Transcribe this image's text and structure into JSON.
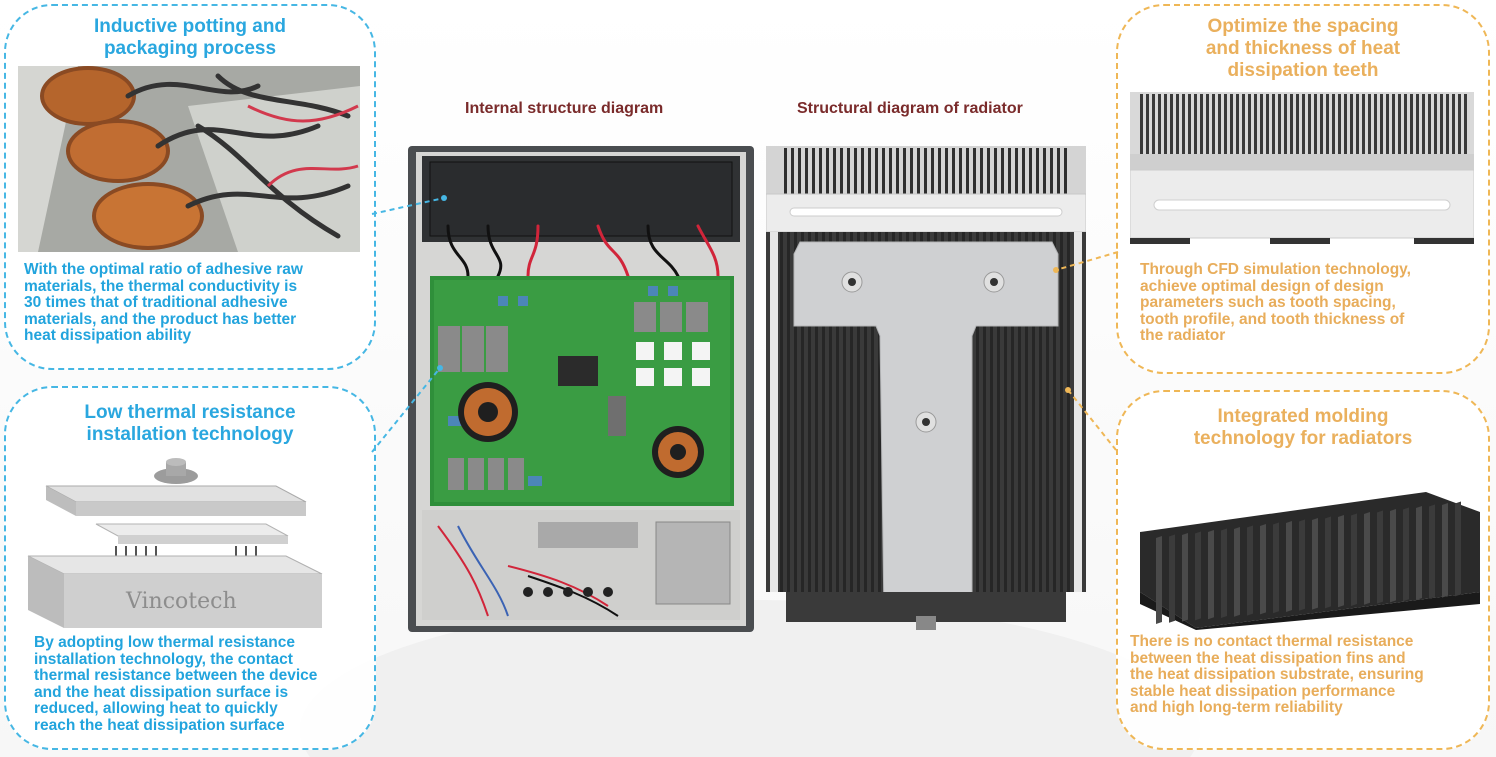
{
  "labels": {
    "internal": "Internal structure diagram",
    "radiator": "Structural diagram of radiator"
  },
  "callouts": {
    "potting": {
      "title_line1": "Inductive potting and",
      "title_line2": "packaging process",
      "text": [
        "With the optimal ratio of adhesive raw",
        "materials, the thermal conductivity is",
        "30 times that of traditional adhesive",
        "materials, and the product has better",
        "heat dissipation ability"
      ]
    },
    "installation": {
      "title_line1": "Low thermal resistance",
      "title_line2": "installation technology",
      "brand": "Vincotech",
      "text": [
        "By adopting low thermal resistance",
        "installation technology, the contact",
        "thermal resistance between the device",
        "and the heat dissipation surface is",
        "reduced, allowing heat to quickly",
        "reach the heat dissipation surface"
      ]
    },
    "spacing": {
      "title_line1": "Optimize the spacing",
      "title_line2": "and thickness of heat",
      "title_line3": "dissipation teeth",
      "text": [
        "Through CFD simulation technology,",
        "achieve optimal design of design",
        "parameters such as tooth spacing,",
        "tooth profile, and tooth thickness of",
        "the radiator"
      ]
    },
    "molding": {
      "title_line1": "Integrated molding",
      "title_line2": "technology for radiators",
      "text": [
        "There is no contact thermal resistance",
        "between the heat dissipation fins and",
        "the heat dissipation substrate, ensuring",
        "stable heat dissipation performance",
        "and high long-term reliability"
      ]
    }
  },
  "colors": {
    "blue_accent": "#2aa7df",
    "orange_accent": "#eab05d",
    "heading": "#7a2b2b",
    "pcb_green": "#2f8f3a"
  }
}
